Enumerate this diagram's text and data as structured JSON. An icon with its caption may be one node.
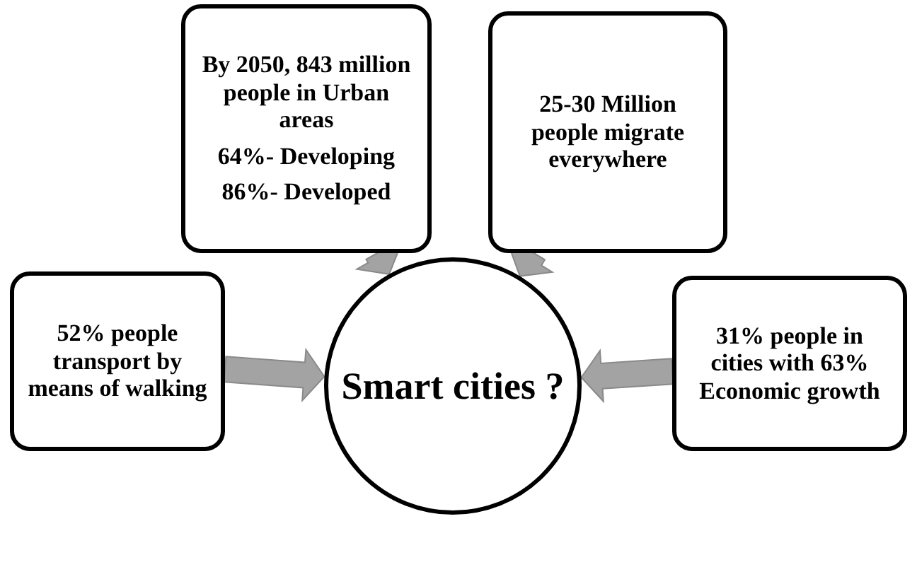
{
  "diagram": {
    "nodes": [
      {
        "text": [
          "52% people transport by means of walking"
        ]
      },
      {
        "text": [
          "By 2050, 843 million people in Urban areas",
          "64%- Developing",
          "86%- Developed"
        ]
      },
      {
        "text": [
          "25-30 Million people migrate everywhere"
        ]
      },
      {
        "text": [
          "31% people in cities with 63% Economic growth"
        ]
      },
      {
        "text": [
          "Smart cities ?"
        ]
      }
    ],
    "edges": [
      {
        "from": 0,
        "to": 4,
        "arrow": "to",
        "style": "thick"
      },
      {
        "from": 1,
        "to": 4,
        "arrow": "to",
        "style": "thick"
      },
      {
        "from": 2,
        "to": 4,
        "arrow": "to",
        "style": "thick"
      },
      {
        "from": 3,
        "to": 4,
        "arrow": "to",
        "style": "thick"
      }
    ]
  }
}
